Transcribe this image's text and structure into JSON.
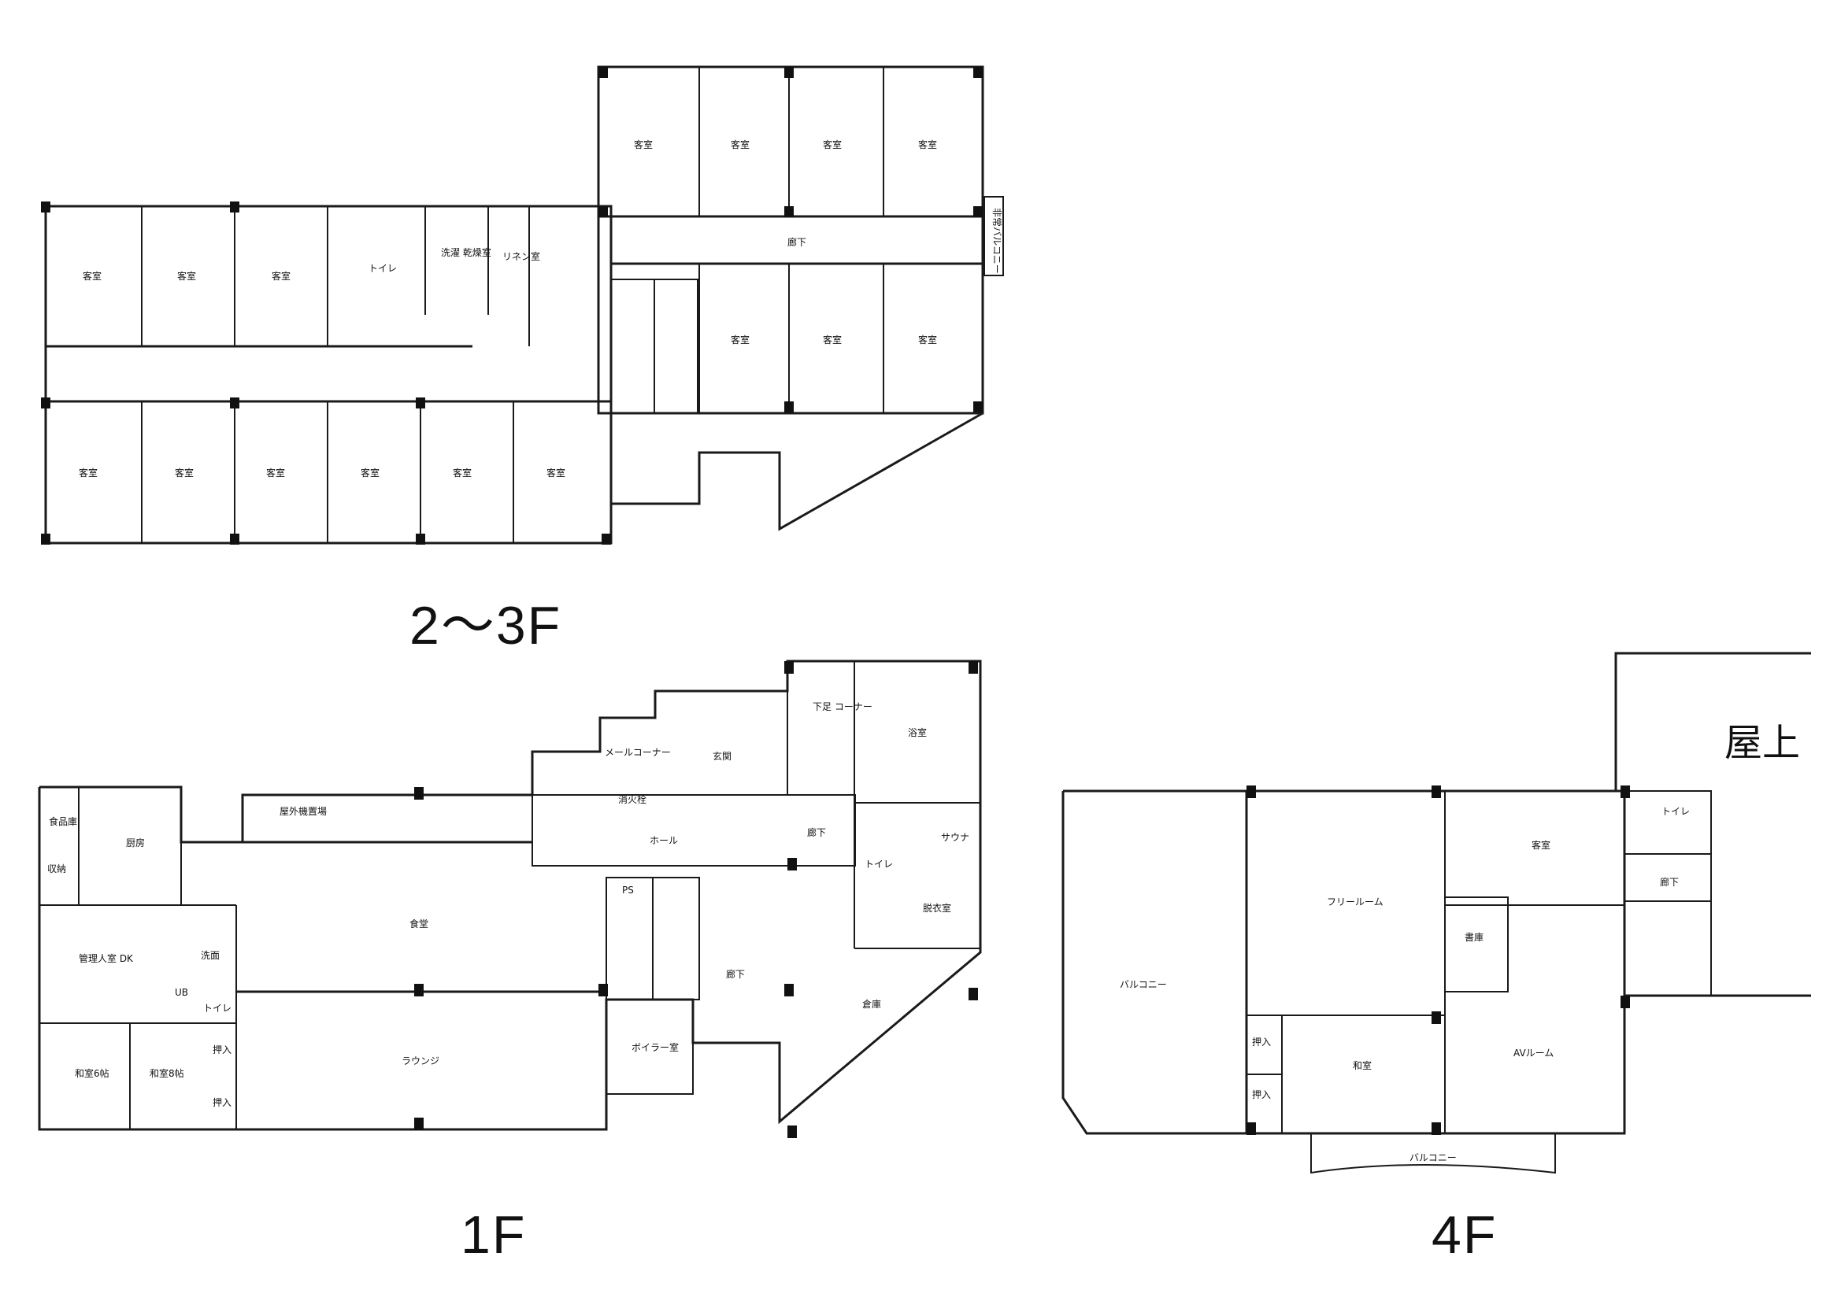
{
  "floor_labels": {
    "f23": "2〜3F",
    "f1": "1F",
    "f4": "4F"
  },
  "floor_2_3": {
    "guest_room": "客室",
    "corridor": "廊下",
    "toilet": "トイレ",
    "laundry": "洗濯\n乾燥室",
    "linen": "リネン室",
    "balcony": "非常バルコニー"
  },
  "floor_1": {
    "food_store": "食品庫",
    "kitchen": "厨房",
    "outdoor_pool": "屋外機置場",
    "dining": "食堂",
    "lounge": "ラウンジ",
    "mail_corner": "メールコーナー",
    "entrance": "玄関",
    "fire_hydrant": "消火栓",
    "hall": "ホール",
    "shoe_corner": "下足\nコーナー",
    "corridor": "廊下",
    "bath": "浴室",
    "sauna": "サウナ",
    "toilet": "トイレ",
    "changing": "脱衣室",
    "ps": "PS",
    "boiler": "ボイラー室",
    "manager_dk": "管理人室\nDK",
    "ub": "UB",
    "toilet_small": "トイレ",
    "washroom": "洗面",
    "closet": "押入",
    "tatami_6": "和室6帖",
    "tatami_8": "和室8帖",
    "storage": "倉庫",
    "misc": "収納"
  },
  "floor_4": {
    "balcony": "バルコニー",
    "free_room": "フリールーム",
    "guest_room": "客室",
    "staff": "書庫",
    "tatami": "和室",
    "closet": "押入",
    "av_room": "AVルーム",
    "toilet": "トイレ",
    "corridor": "廊下",
    "balcony_front": "バルコニー",
    "roof": "屋上"
  }
}
